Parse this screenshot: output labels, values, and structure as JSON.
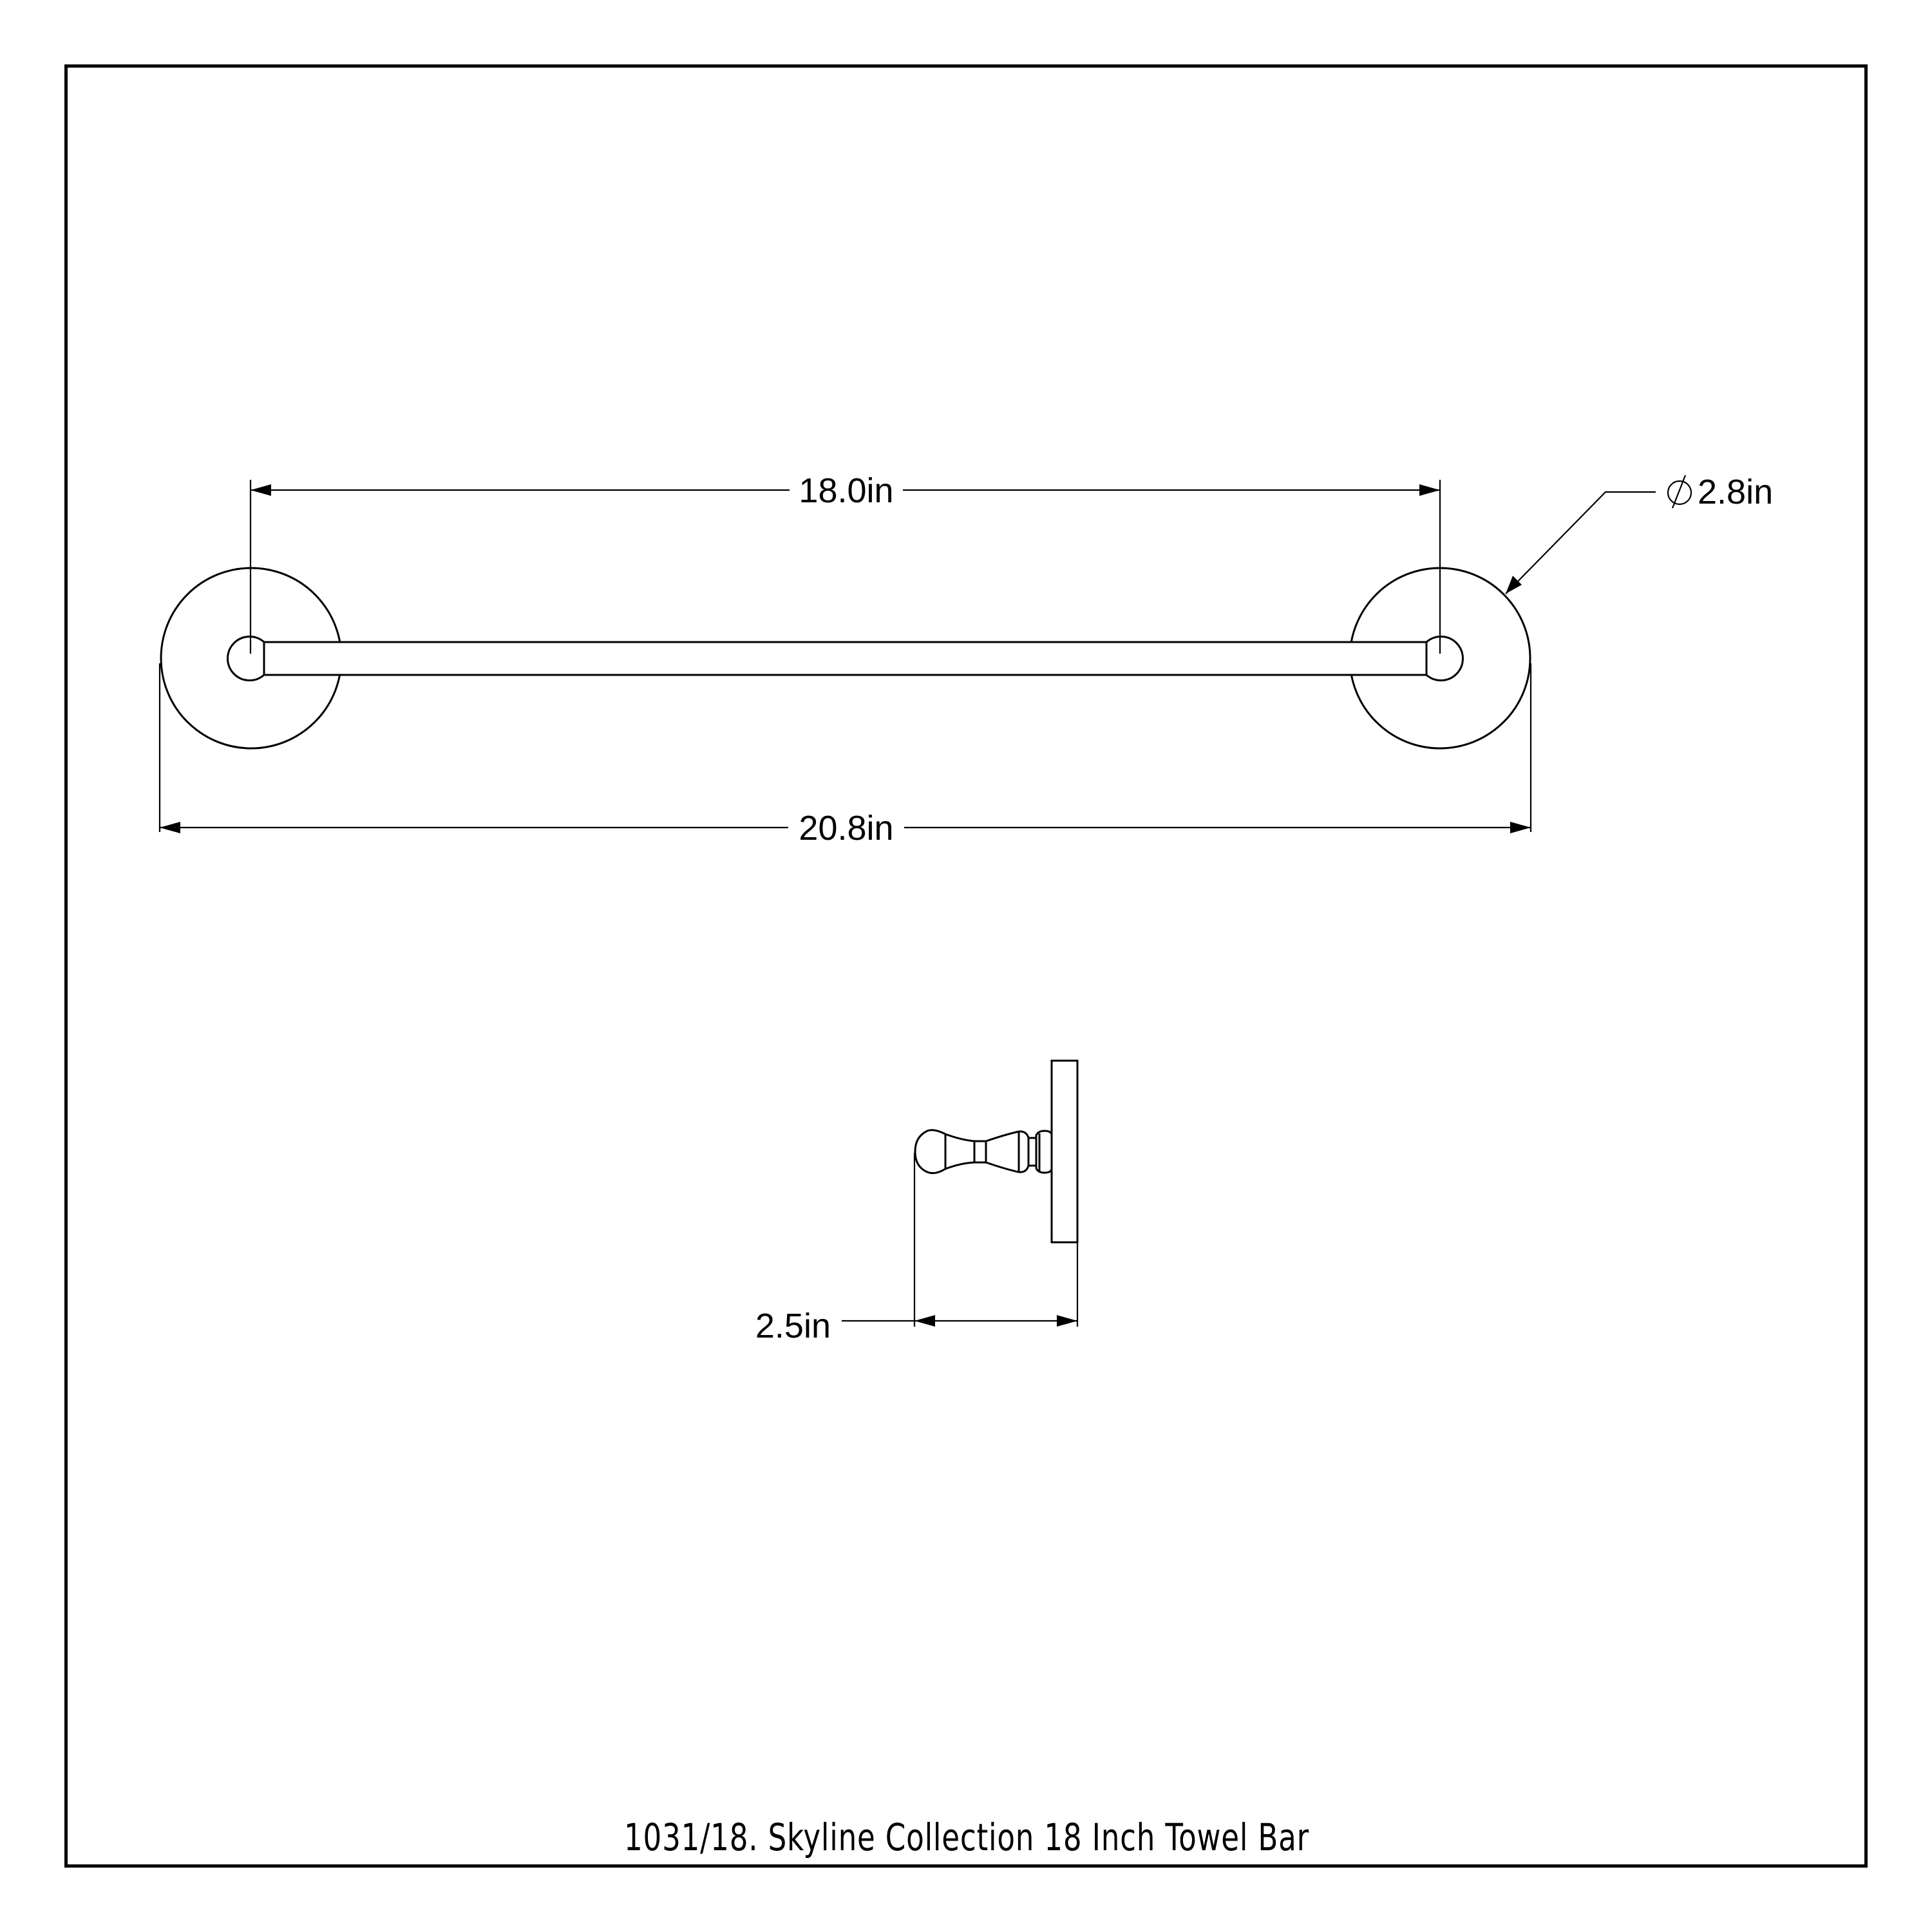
{
  "drawing": {
    "title": "1031/18. Skyline Collection 18 Inch Towel Bar",
    "colors": {
      "line": "#000000",
      "background": "#ffffff"
    },
    "front_view": {
      "dimensions": {
        "center_to_center": "18.0in",
        "overall_length": "20.8in",
        "flange_diameter_symbol": "⌀",
        "flange_diameter": "2.8in"
      }
    },
    "side_view": {
      "dimensions": {
        "projection": "2.5in"
      }
    }
  }
}
